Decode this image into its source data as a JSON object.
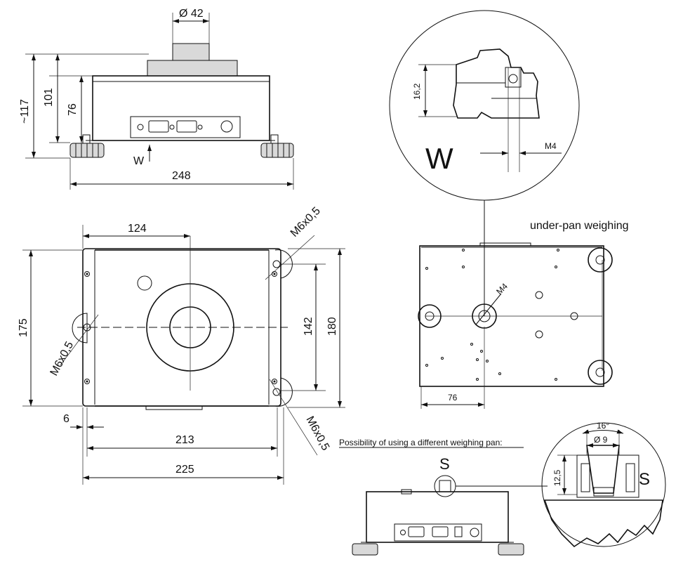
{
  "front_view": {
    "dia_top": "Ø 42",
    "height_total": "~117",
    "height_101": "101",
    "height_76": "76",
    "width_248": "248",
    "marker_w": "W"
  },
  "top_view": {
    "dim_124": "124",
    "dim_175": "175",
    "dim_142": "142",
    "dim_180": "180",
    "dim_6": "6",
    "dim_213": "213",
    "dim_225": "225",
    "thread_top_right": "M6x0,5",
    "thread_left": "M6x0,5",
    "thread_bottom_right": "M6x0,5"
  },
  "detail_w": {
    "letter": "W",
    "dim_16_2": "16,2",
    "thread": "M4"
  },
  "under_pan": {
    "title": "under-pan weighing",
    "thread": "M4",
    "dim_76": "76"
  },
  "detail_s": {
    "caption": "Possibility of using a different weighing pan:",
    "letter_small": "S",
    "letter_detail": "S",
    "angle": "16°",
    "dia_9": "Ø 9",
    "height_12_5": "12,5"
  }
}
